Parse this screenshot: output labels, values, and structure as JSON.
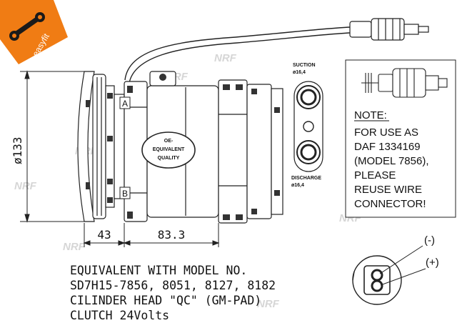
{
  "badge": {
    "text": "easyfit",
    "color": "#f07c14"
  },
  "dimensions": {
    "diameter": "ø133",
    "left_width": "43",
    "body_width": "83.3"
  },
  "ports": {
    "suction_label": "SUCTION",
    "suction_size": "ø16,4",
    "discharge_label": "DISCHARGE",
    "discharge_size": "ø16,4"
  },
  "stamp": {
    "line1": "OE-",
    "line2": "EQUIVALENT",
    "line3": "QUALITY"
  },
  "body_marks": {
    "a": "A",
    "b": "B"
  },
  "note": {
    "title": "NOTE:",
    "lines": [
      "FOR USE AS",
      "DAF 1334169",
      "(MODEL 7856),",
      "PLEASE",
      "REUSE WIRE",
      "CONNECTOR!"
    ]
  },
  "connector": {
    "minus": "(-)",
    "plus": "(+)"
  },
  "description": [
    "EQUIVALENT WITH MODEL NO.",
    "SD7H15-7856, 8051, 8127, 8182",
    "CILINDER HEAD \"QC\" (GM-PAD)",
    "CLUTCH 24Volts"
  ],
  "watermark": "NRF"
}
